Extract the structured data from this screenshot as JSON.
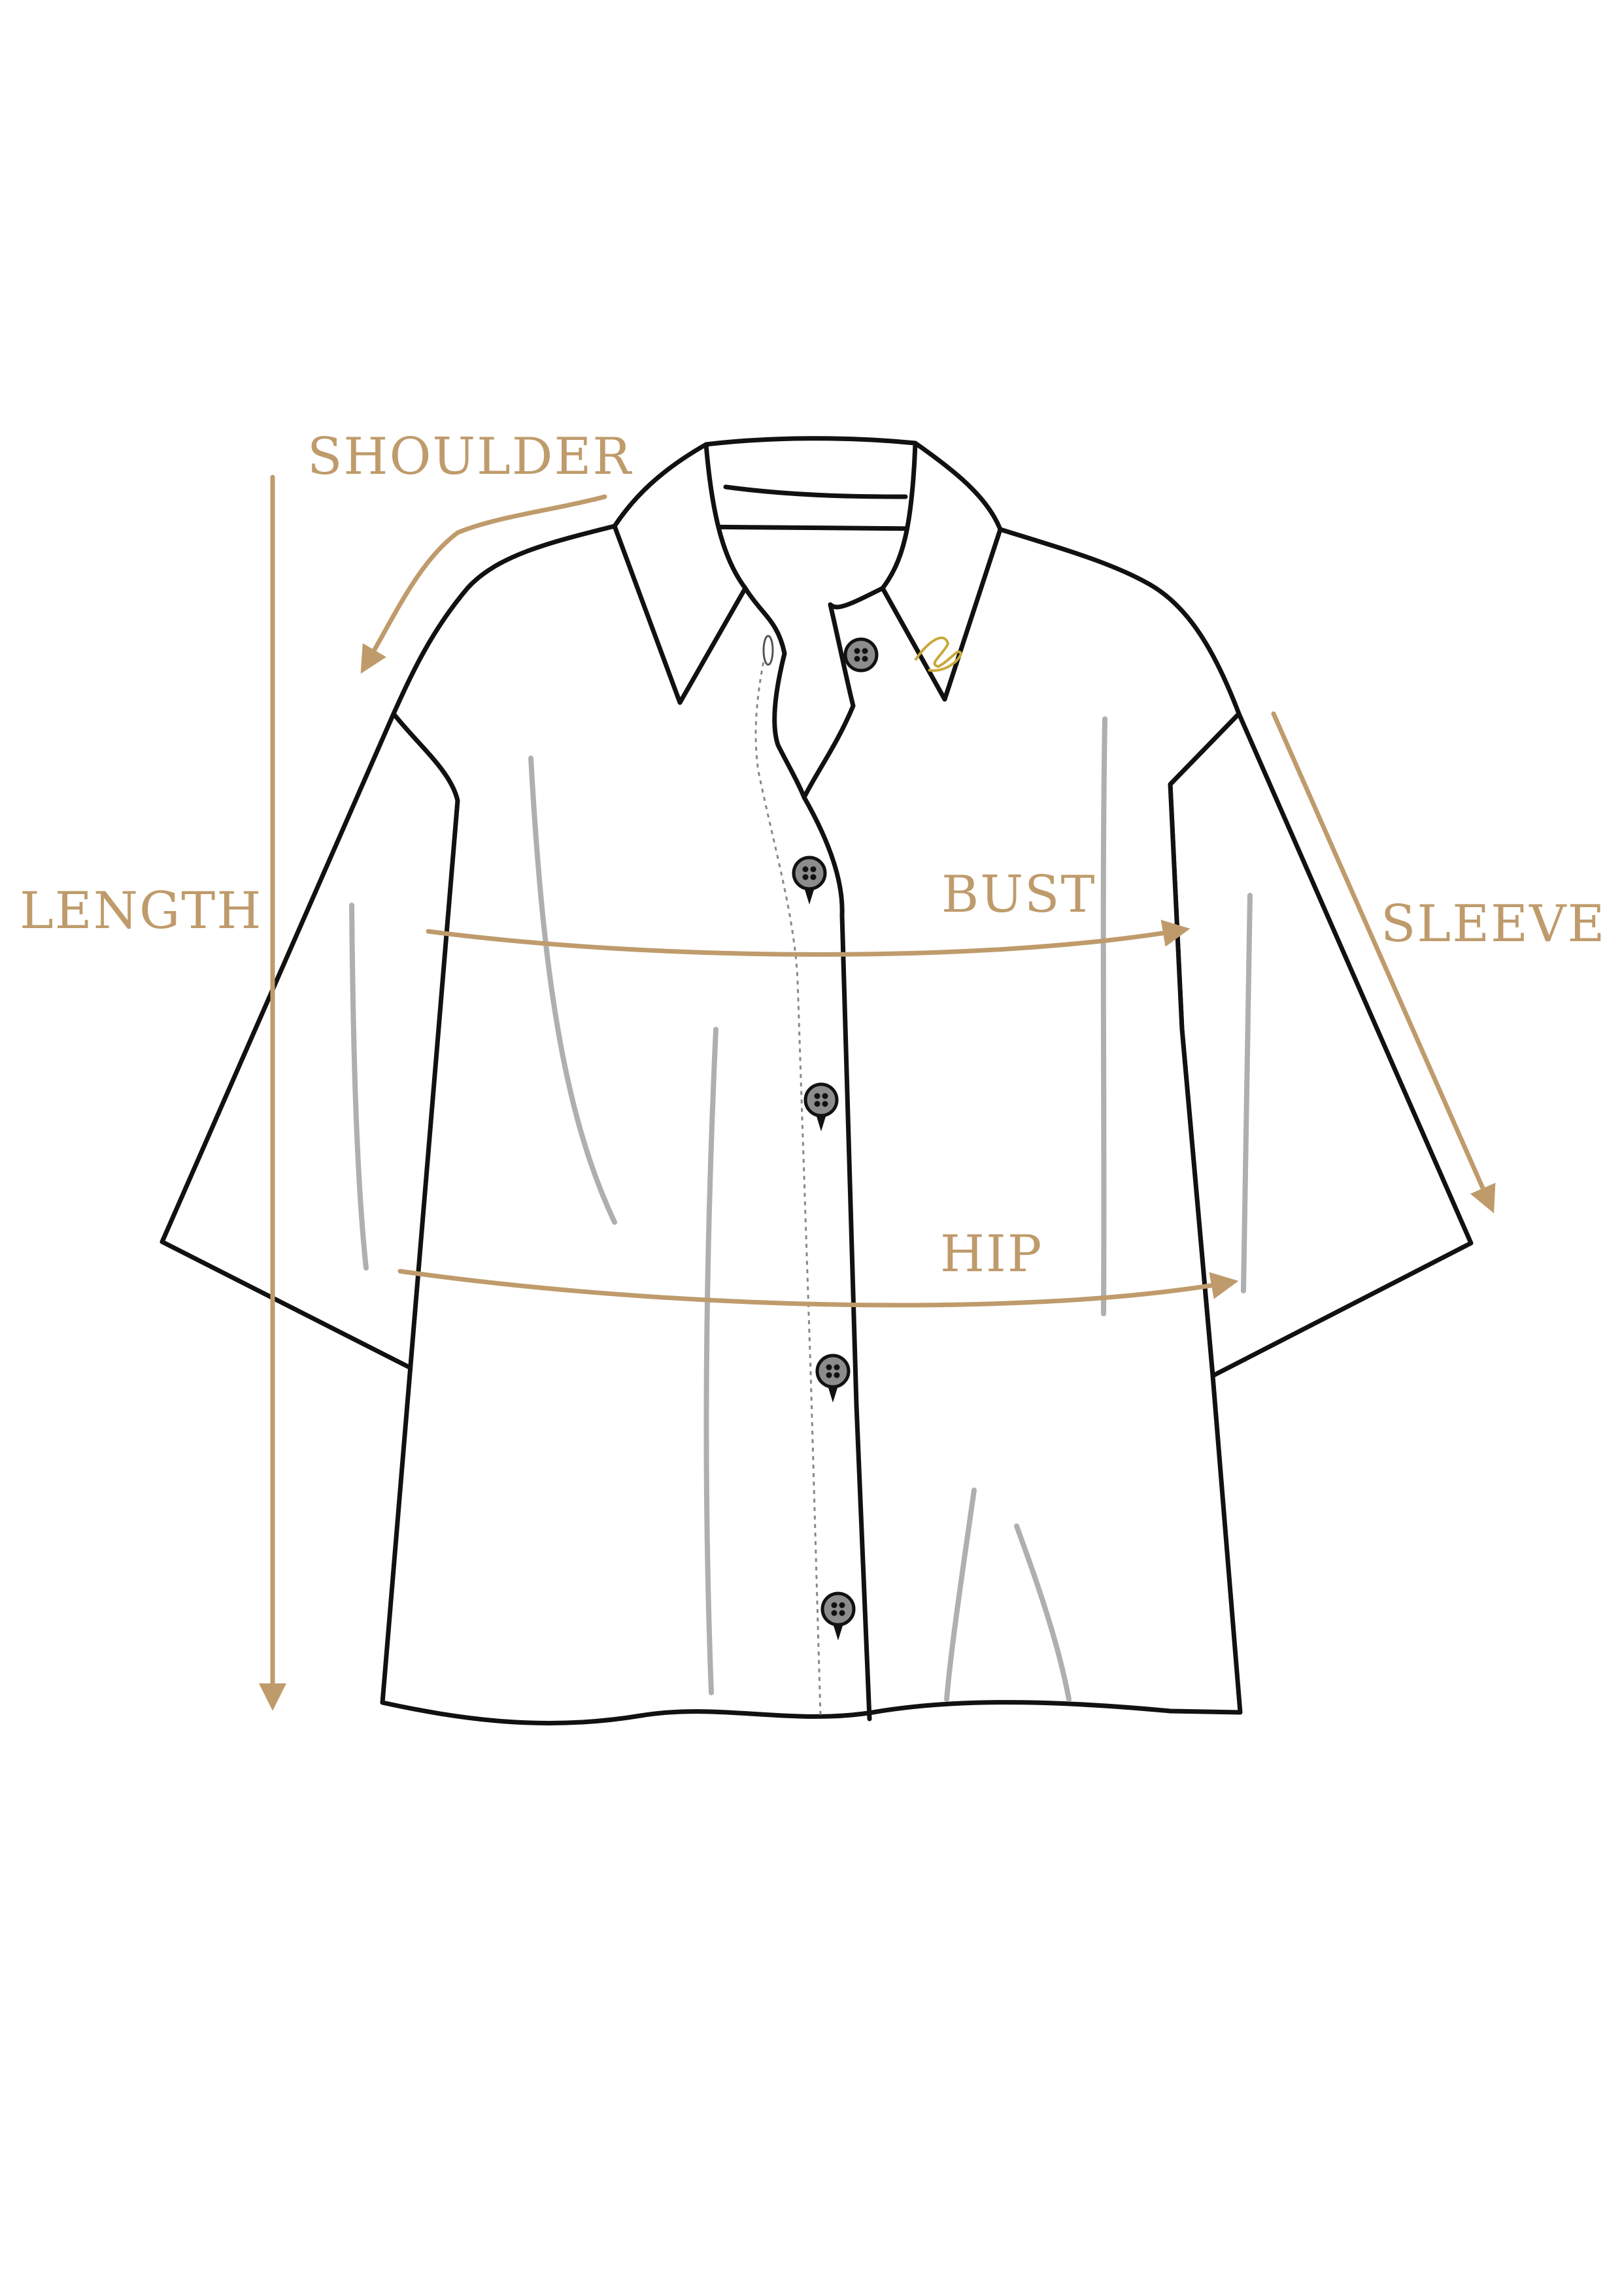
{
  "labels": {
    "shoulder": "SHOULDER",
    "length": "LENGTH",
    "bust": "BUST",
    "sleeve": "SLEEVE",
    "hip": "HIP"
  },
  "colors": {
    "accent": "#bf9b6c",
    "outline": "#111111",
    "fold": "#a6a6a6",
    "button": "#8c8c8c",
    "embroidery": "#c9a83c"
  },
  "icons": {
    "arrow": "arrow-head-icon",
    "button": "shirt-button-icon"
  }
}
